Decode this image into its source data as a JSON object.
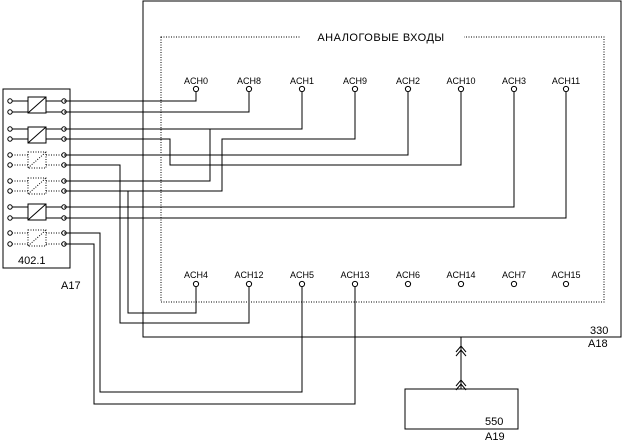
{
  "board_330": {
    "section_title": "АНАЛОГОВЫЕ ВХОДЫ",
    "model": "330",
    "ref": "A18",
    "top_channels": [
      "ACH0",
      "ACH8",
      "ACH1",
      "ACH9",
      "ACH2",
      "ACH10",
      "ACH3",
      "ACH11"
    ],
    "bottom_channels": [
      "ACH4",
      "ACH12",
      "ACH5",
      "ACH13",
      "ACH6",
      "ACH14",
      "ACH7",
      "ACH15"
    ]
  },
  "module_402": {
    "model": "402.1",
    "ref": "A17"
  },
  "module_550": {
    "model": "550",
    "ref": "A19"
  }
}
